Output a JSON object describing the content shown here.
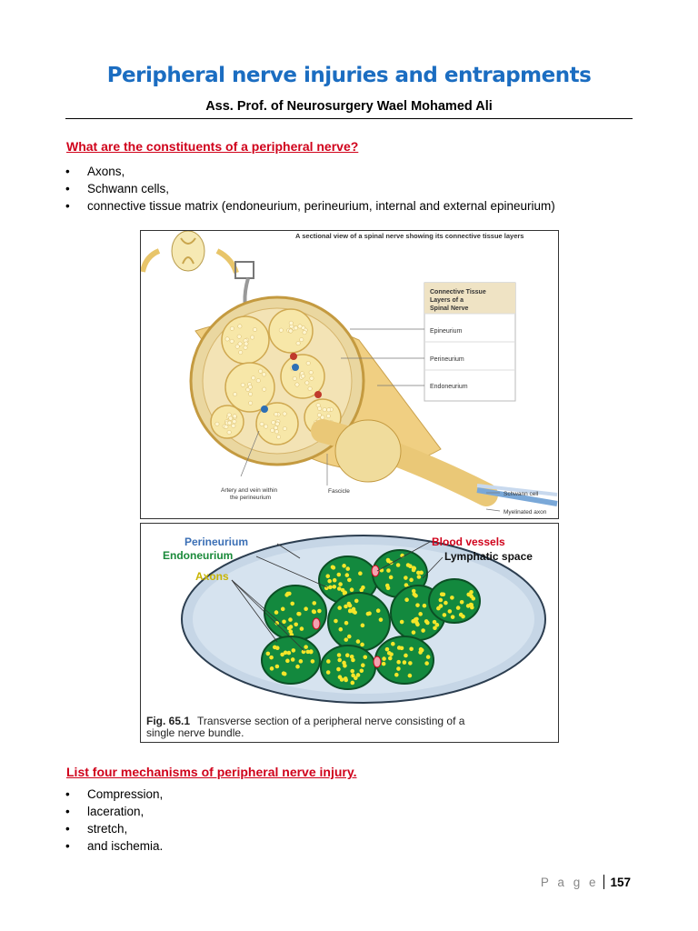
{
  "header": {
    "title": "Peripheral nerve injuries and entrapments",
    "author": "Ass. Prof. of Neurosurgery Wael Mohamed Ali"
  },
  "section1": {
    "heading": "What are the constituents of a peripheral nerve?",
    "items": [
      "Axons,",
      "Schwann cells,",
      "connective tissue matrix (endoneurium, perineurium, internal and external epineurium)"
    ]
  },
  "figure1": {
    "caption": "A sectional view of a spinal nerve showing its connective tissue layers",
    "box_title": "Connective Tissue Layers of a Spinal Nerve",
    "layers": [
      "Epineurium",
      "Perineurium",
      "Endoneurium"
    ],
    "labels": {
      "artery_vein": "Artery and vein within the perineurium",
      "fascicle": "Fascicle",
      "schwann": "Schwann cell",
      "myelinated": "Myelinated axon"
    }
  },
  "figure2": {
    "labels": {
      "perineurium": "Perineurium",
      "endoneurium": "Endoneurium",
      "axons": "Axons",
      "blood_vessels": "Blood vessels",
      "lymphatic": "Lymphatic space"
    },
    "caption_bold": "Fig. 65.1",
    "caption_text": "Transverse section of a peripheral nerve consisting of a",
    "caption_text2": "single nerve bundle.",
    "colors": {
      "perineurium": "#3b6fb5",
      "endoneurium": "#1a8a3a",
      "axons": "#c8b400",
      "blood": "#d0021b"
    }
  },
  "section2": {
    "heading": "List four mechanisms of peripheral nerve injury.",
    "items": [
      "Compression,",
      "laceration,",
      "stretch,",
      "and ischemia."
    ]
  },
  "footer": {
    "page_label": "P a g e",
    "page_number": "157"
  }
}
